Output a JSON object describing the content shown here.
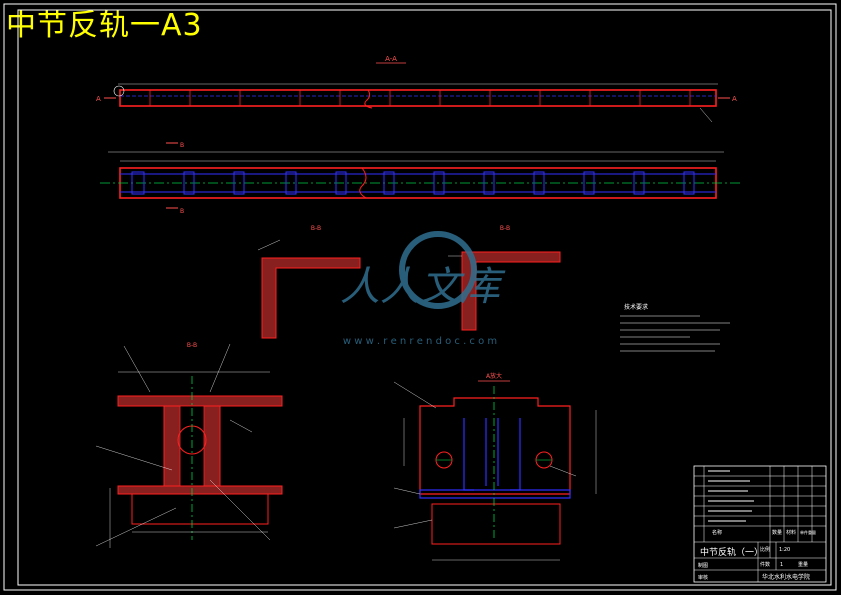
{
  "title": "中节反轨一A3",
  "colors": {
    "background": "#000000",
    "title": "#ffff00",
    "outline": "#ff2020",
    "hidden": "#3030ff",
    "centerline": "#00cc44",
    "annotation": "#ffffff",
    "watermark": "#2f6f8f"
  },
  "views": {
    "section_aa_label": "A-A",
    "arrow_a_label": "A",
    "section_bb_label": "B-B",
    "arrow_b_label": "B",
    "section_b_label": "B-B",
    "detail_a_label": "A放大"
  },
  "watermark": {
    "logo_text": "人人文库",
    "url": "w w w . r e n r e n d o c . c o m"
  },
  "tech_requirements": {
    "heading": "技术要求"
  },
  "title_block": {
    "part_name": "中节反轨（一）",
    "scale_label": "比例",
    "scale_value": "1:20",
    "count_label": "件数",
    "count_value": "1",
    "weight_label": "重量",
    "school": "华北水利水电学院",
    "drawn_by_label": "制图",
    "checked_label": "审核",
    "header_name": "名称",
    "header_qty": "数量",
    "header_material": "材料",
    "header_weight": "单件重量"
  }
}
